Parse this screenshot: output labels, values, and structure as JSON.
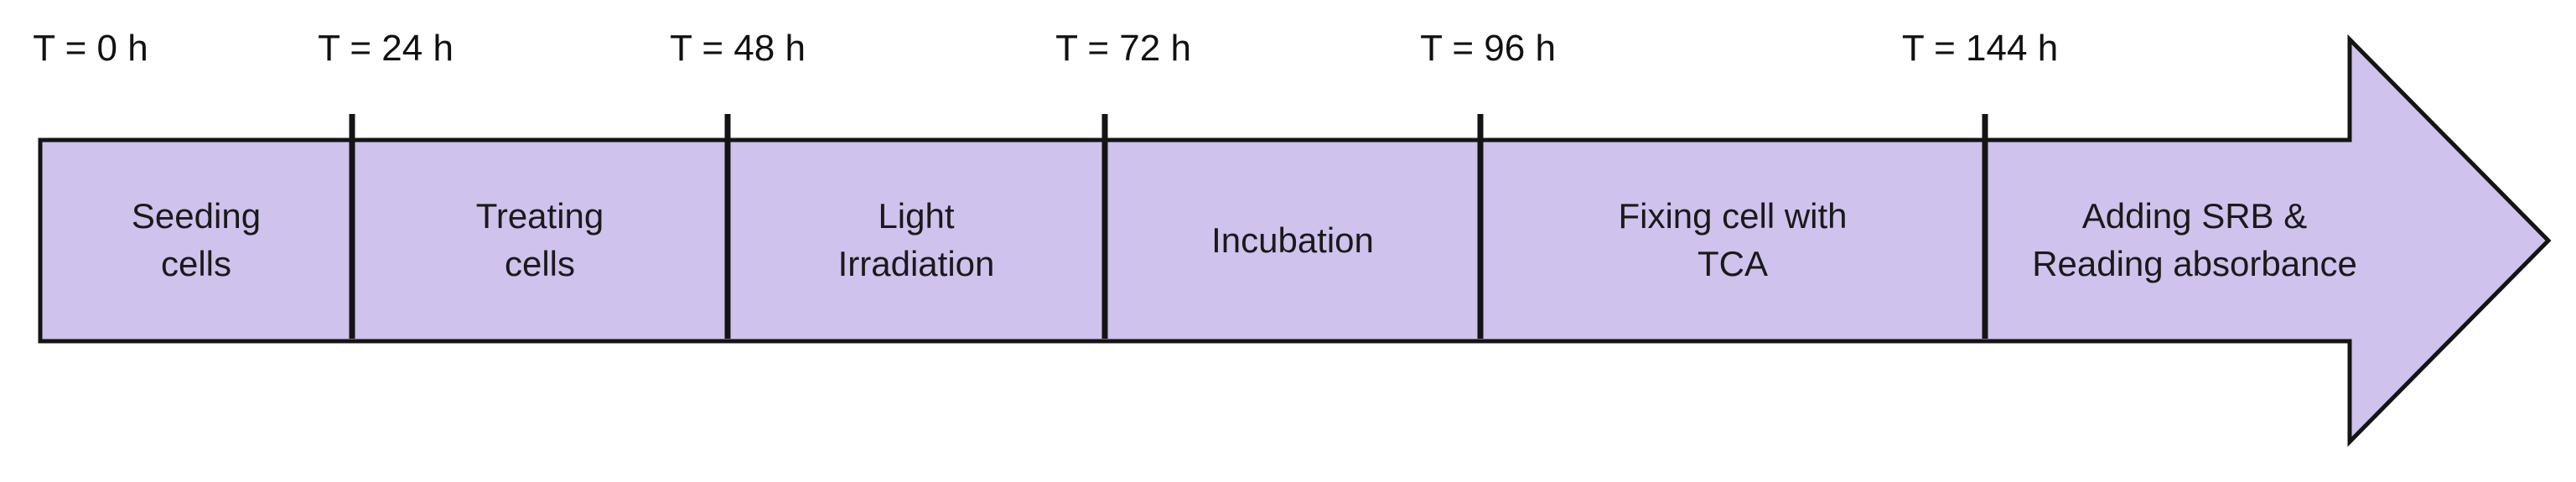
{
  "diagram": {
    "type": "process-timeline-arrow",
    "colors": {
      "arrow_fill": "#cfc2ec",
      "arrow_outline": "#141414",
      "text": "#1a1a1a",
      "background": "#ffffff"
    },
    "time_labels": [
      {
        "text": "T = 0 h"
      },
      {
        "text": "T = 24 h"
      },
      {
        "text": "T = 48 h"
      },
      {
        "text": "T = 72 h"
      },
      {
        "text": "T = 96 h"
      },
      {
        "text": "T = 144 h"
      }
    ],
    "stages": [
      {
        "label": "Seeding\ncells"
      },
      {
        "label": "Treating\ncells"
      },
      {
        "label": "Light\nIrradiation"
      },
      {
        "label": "Incubation"
      },
      {
        "label": "Fixing cell with\nTCA"
      },
      {
        "label": "Adding SRB &\nReading absorbance"
      }
    ]
  }
}
